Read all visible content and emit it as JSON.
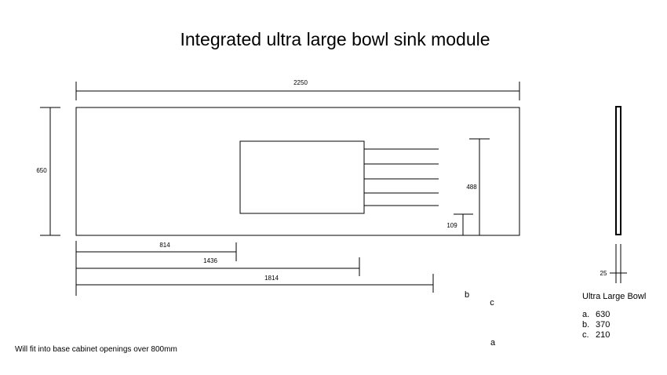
{
  "title": "Integrated ultra large bowl sink module",
  "dimensions": {
    "overall_width": "2250",
    "overall_depth": "650",
    "bowl_depth_dim": "488",
    "front_offset": "109",
    "offset_1": "814",
    "offset_2": "1436",
    "offset_3": "1814",
    "thickness": "25"
  },
  "markers": {
    "b": "b",
    "c": "c",
    "a": "a"
  },
  "legend": {
    "title": "Ultra Large Bowl",
    "items": [
      {
        "key": "a.",
        "value": "630"
      },
      {
        "key": "b.",
        "value": "370"
      },
      {
        "key": "c.",
        "value": "210"
      }
    ]
  },
  "footnote": "Will fit into base cabinet openings over 800mm"
}
